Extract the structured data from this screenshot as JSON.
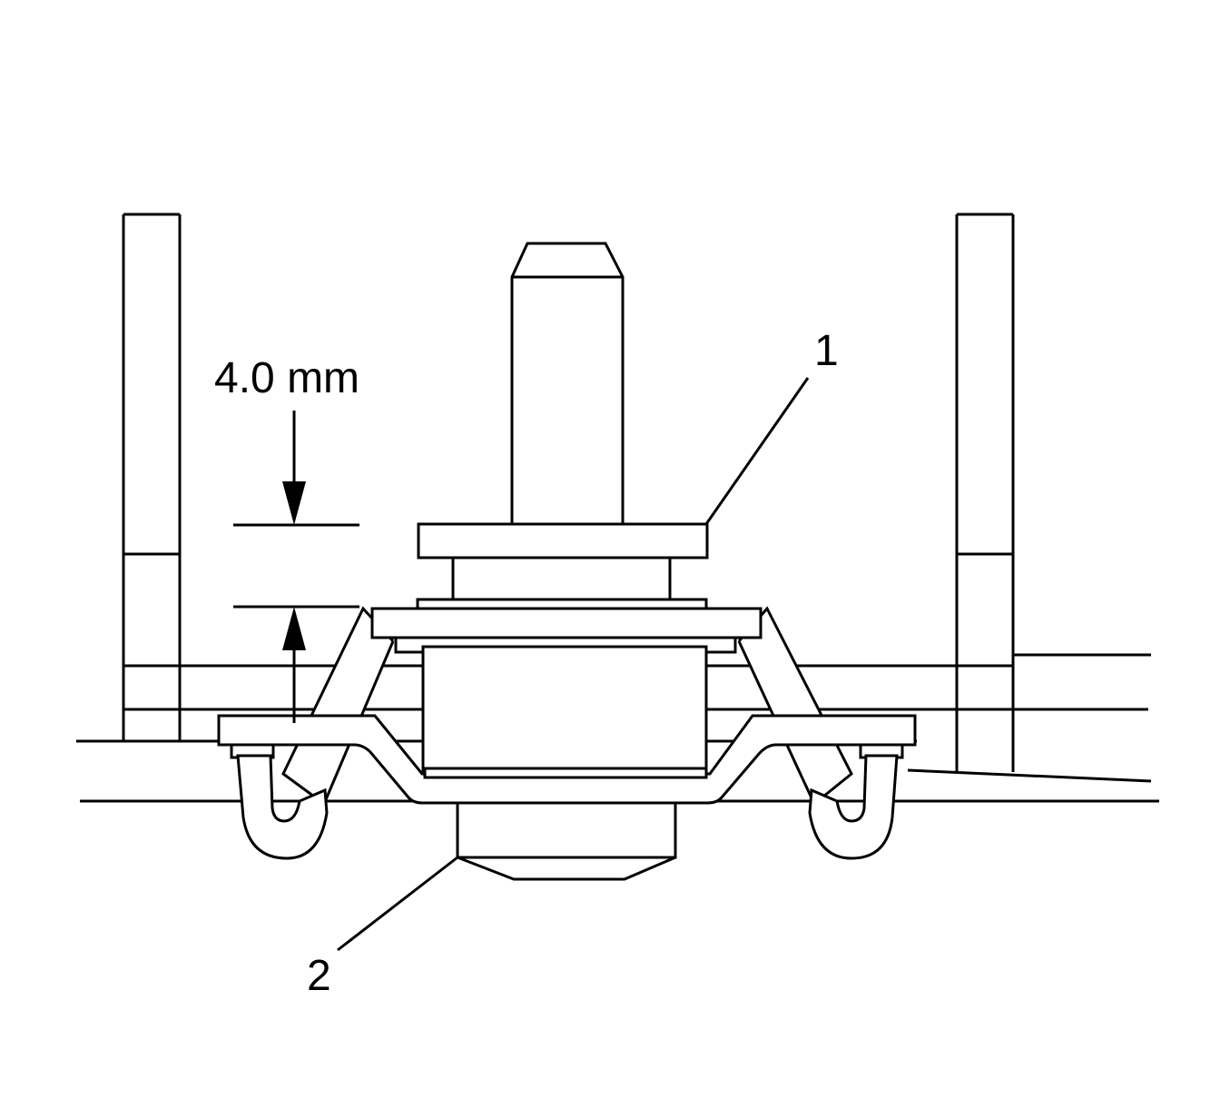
{
  "dimension": {
    "label": "4.0 mm"
  },
  "callouts": [
    {
      "number": "1"
    },
    {
      "number": "2"
    }
  ]
}
